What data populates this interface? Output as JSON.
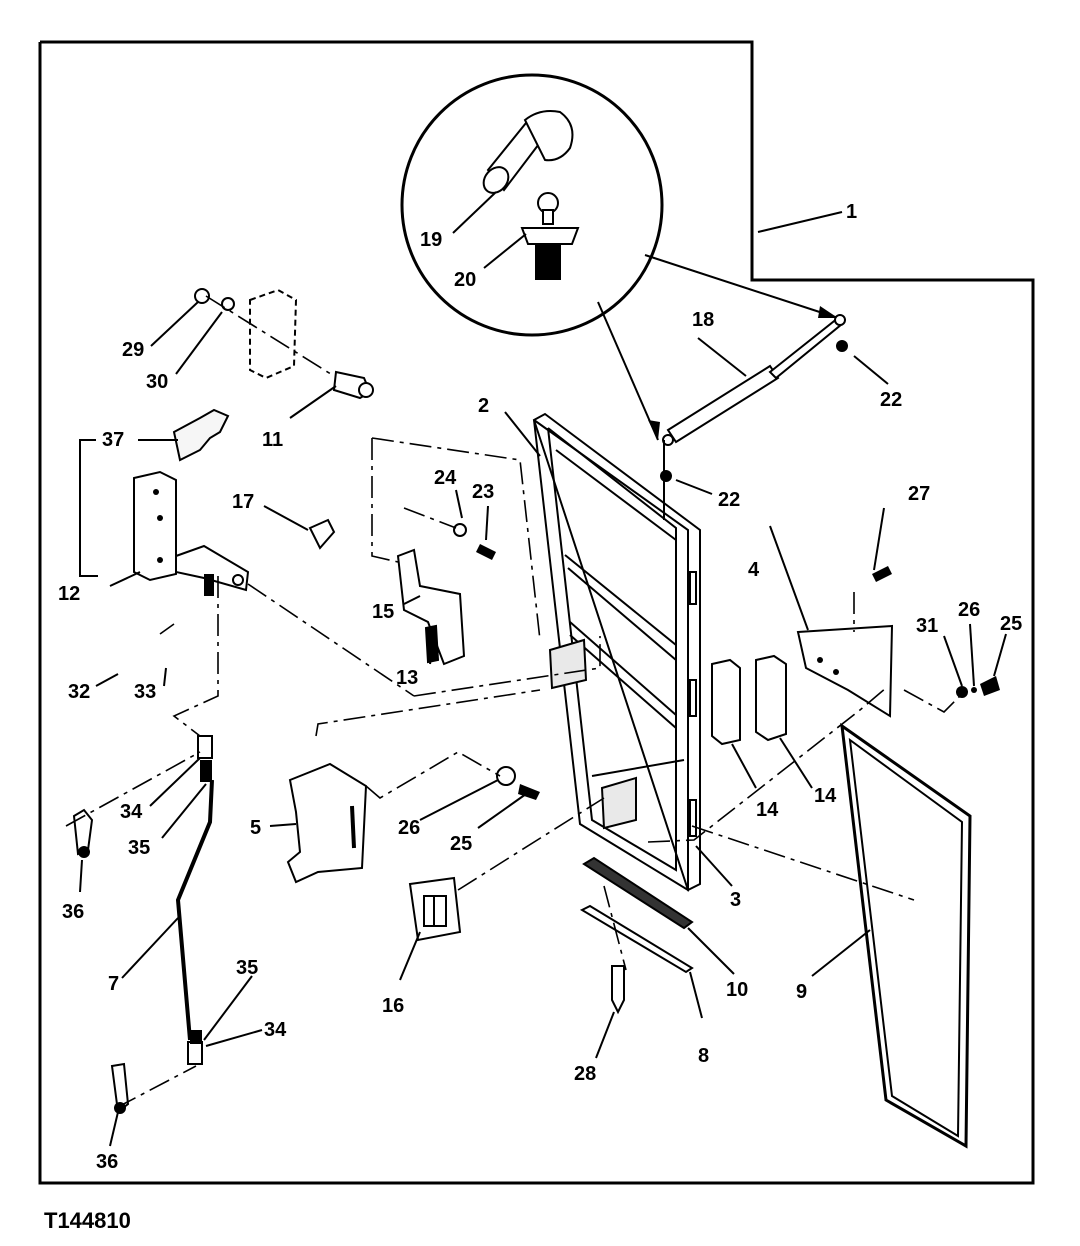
{
  "figure_id": "T144810",
  "callouts": [
    "1",
    "2",
    "3",
    "4",
    "5",
    "7",
    "8",
    "9",
    "10",
    "11",
    "12",
    "13",
    "14",
    "14",
    "15",
    "16",
    "17",
    "18",
    "19",
    "20",
    "22",
    "22",
    "23",
    "24",
    "25",
    "25",
    "26",
    "26",
    "27",
    "28",
    "29",
    "30",
    "31",
    "32",
    "33",
    "34",
    "34",
    "35",
    "35",
    "36",
    "36",
    "37"
  ]
}
